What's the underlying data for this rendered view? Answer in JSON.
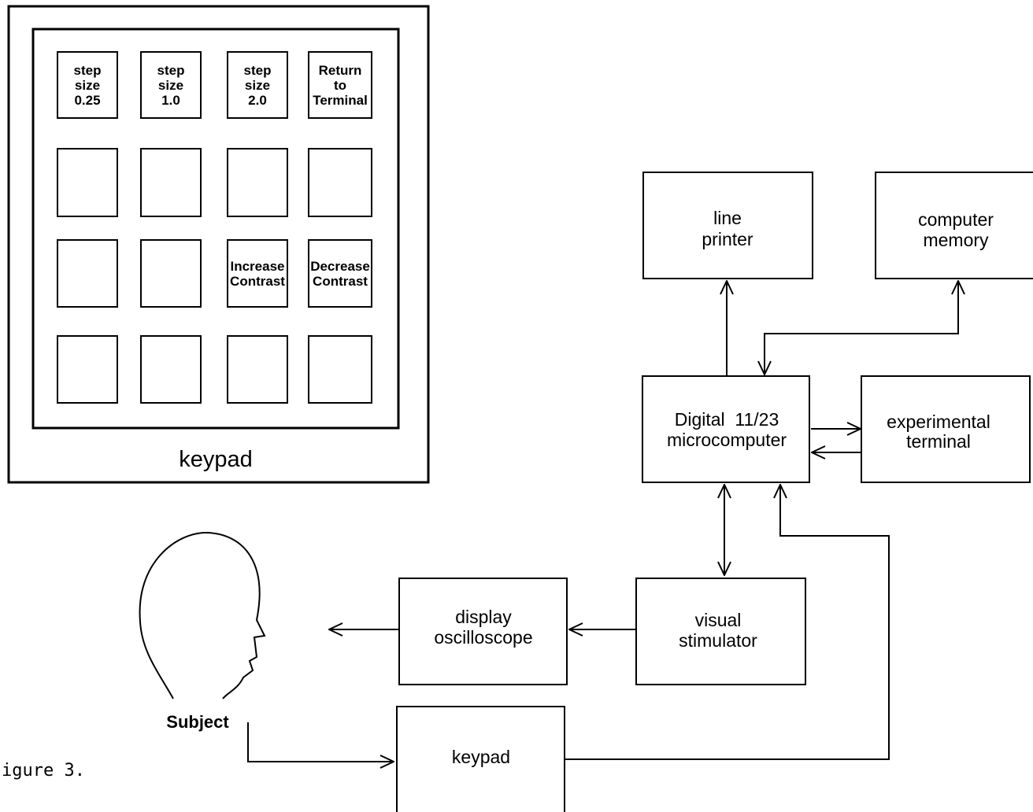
{
  "keypad_panel": {
    "title": "keypad",
    "keys": [
      [
        "step",
        "size",
        "0.25"
      ],
      [
        "step",
        "size",
        "1.0"
      ],
      [
        "step",
        "size",
        "2.0"
      ],
      [
        "Return",
        "to",
        "Terminal"
      ],
      [],
      [],
      [],
      [],
      [],
      [],
      [
        "Increase",
        "Contrast"
      ],
      [
        "Decrease",
        "Contrast"
      ],
      [],
      [],
      [],
      []
    ]
  },
  "blocks": {
    "line_printer": [
      "line",
      "printer"
    ],
    "computer_memory": [
      "computer",
      "memory"
    ],
    "microcomputer": [
      "Digital  11/23",
      "microcomputer"
    ],
    "experimental_terminal": [
      "experimental",
      "terminal"
    ],
    "visual_stimulator": [
      "visual",
      "stimulator"
    ],
    "display_oscilloscope": [
      "display",
      "oscilloscope"
    ],
    "keypad": [
      "keypad"
    ]
  },
  "subject_label": "Subject",
  "caption": "igure 3."
}
